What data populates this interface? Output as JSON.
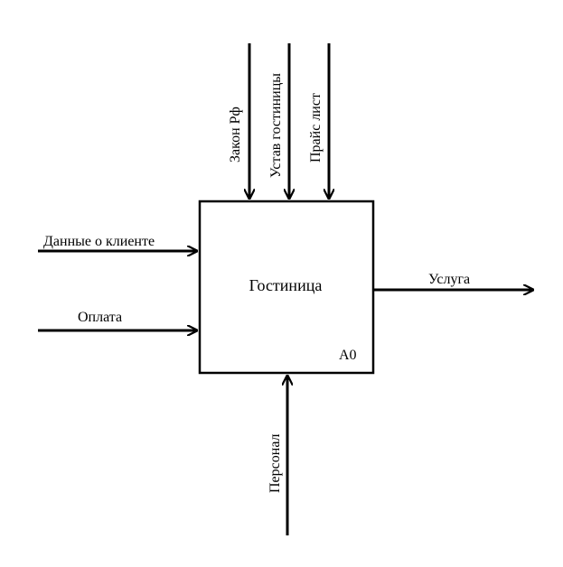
{
  "diagram": {
    "type": "IDEF0",
    "function_block": {
      "title": "Гостиница",
      "node_id": "A0"
    },
    "inputs": [
      {
        "label": "Данные о клиенте"
      },
      {
        "label": "Оплата"
      }
    ],
    "controls": [
      {
        "label": "Закон Рф"
      },
      {
        "label": "Устав гостиницы"
      },
      {
        "label": "Прайс лист"
      }
    ],
    "outputs": [
      {
        "label": "Услуга"
      }
    ],
    "mechanisms": [
      {
        "label": "Персонал"
      }
    ],
    "colors": {
      "stroke": "#000000",
      "background": "#ffffff"
    }
  }
}
